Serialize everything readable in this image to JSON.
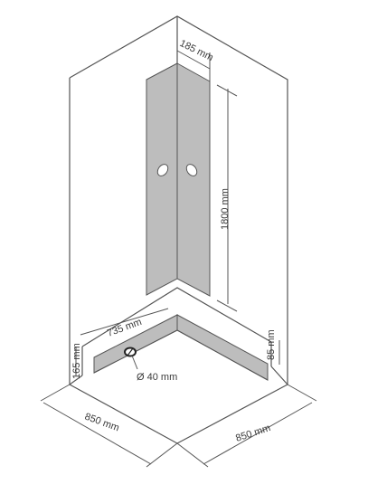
{
  "diagram": {
    "dimensions": {
      "top_width": "185 mm",
      "wall_height": "1800 mm",
      "tray_back_length": "735 mm",
      "tray_left_height": "165 mm",
      "tray_right_height": "85 mm",
      "drain_diameter": "Ø 40 mm",
      "floor_left": "850 mm",
      "floor_right": "850 mm"
    },
    "colors": {
      "panel_fill": "#bdbdbd",
      "line": "#555555"
    }
  }
}
